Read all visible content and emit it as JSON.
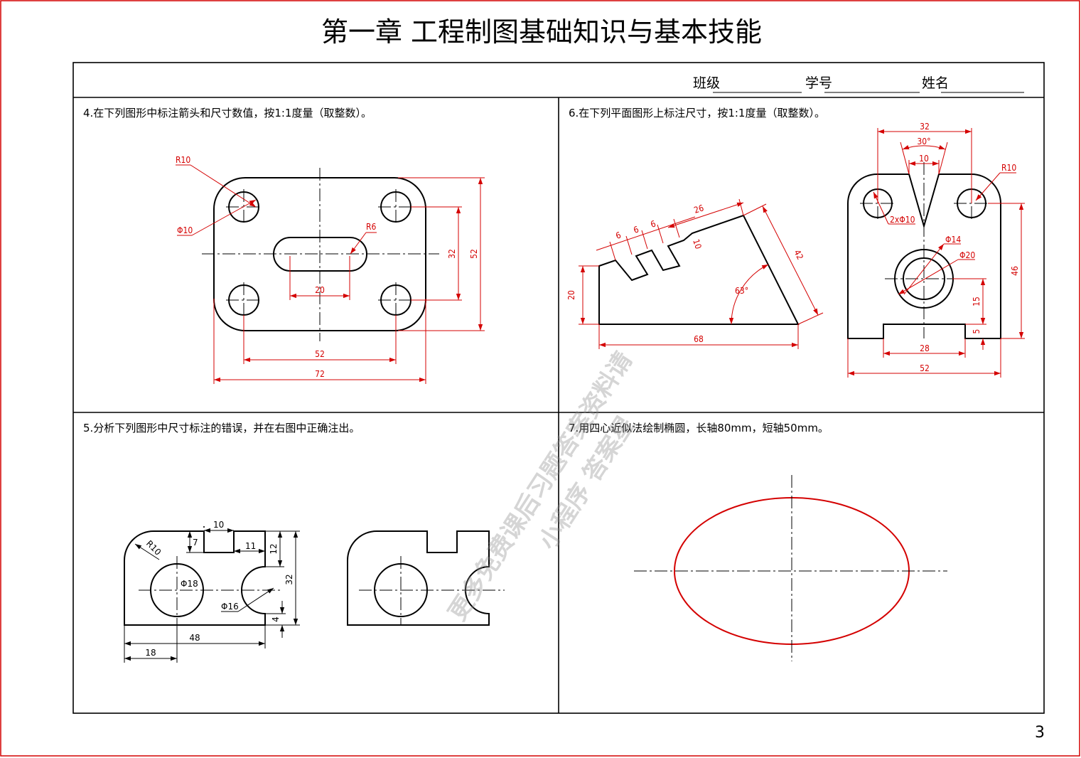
{
  "header": {
    "title": "第一章  工程制图基础知识与基本技能",
    "class_label": "班级",
    "number_label": "学号",
    "name_label": "姓名"
  },
  "page_number": "3",
  "tasks": {
    "t4": {
      "instruction": "4.在下列图形中标注箭头和尺寸数值，按1:1度量（取整数）。",
      "dims": {
        "r10": "R10",
        "phi10": "Φ10",
        "r6": "R6",
        "w20": "20",
        "h32": "32",
        "h52": "52",
        "w52": "52",
        "w72": "72"
      }
    },
    "t5": {
      "instruction": "5.分析下列图形中尺寸标注的错误，并在右图中正确注出。",
      "dims": {
        "d10": "10",
        "d7": "7",
        "d11": "11",
        "d12": "12",
        "r10": "R10",
        "phi18": "Φ18",
        "phi16": "Φ16",
        "d32": "32",
        "d4": "4",
        "d48": "48",
        "d18": "18"
      }
    },
    "t6": {
      "instruction": "6.在下列平面图形上标注尺寸，按1:1度量（取整数）。",
      "left_dims": {
        "d6a": "6",
        "d6b": "6",
        "d6c": "6",
        "d26": "26",
        "d10": "10",
        "d20": "20",
        "d42": "42",
        "a63": "63°",
        "d68": "68"
      },
      "right_dims": {
        "d32": "32",
        "a30": "30°",
        "d10": "10",
        "r10": "R10",
        "phi10": "2xΦ10",
        "phi14": "Φ14",
        "phi20": "Φ20",
        "d46": "46",
        "d15": "15",
        "d5": "5",
        "d28": "28",
        "d52": "52"
      }
    },
    "t7": {
      "instruction": "7.用四心近似法绘制椭圆，长轴80mm，短轴50mm。"
    }
  },
  "watermark": {
    "line1": "更多免费课后习题答案资料请",
    "line2": "小程序 答案星"
  },
  "colors": {
    "dimension": "#d40000",
    "line": "#000000",
    "page_border": "#d40000"
  }
}
